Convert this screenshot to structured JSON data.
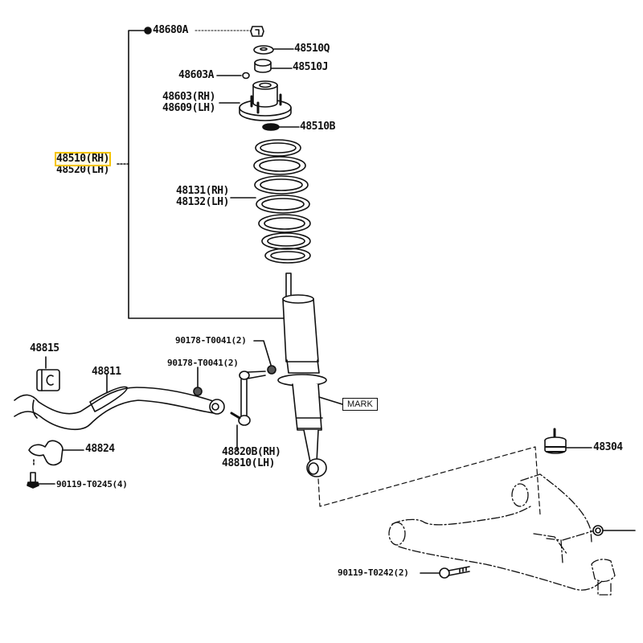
{
  "diagram": {
    "title": "Front suspension exploded parts diagram",
    "highlight_color": "#f5c400",
    "labels": {
      "p48680A": "48680A",
      "p48510Q": "48510Q",
      "p48510J": "48510J",
      "p48603A": "48603A",
      "p48603": [
        "48603(RH)",
        "48609(LH)"
      ],
      "p48510B": "48510B",
      "p48510": [
        "48510(RH)",
        "48520(LH)"
      ],
      "p48131": [
        "48131(RH)",
        "48132(LH)"
      ],
      "p90178a": "90178-T0041(2)",
      "p90178b": "90178-T0041(2)",
      "p48815": "48815",
      "p48811": "48811",
      "mark": "MARK",
      "p48824": "48824",
      "p48820B": [
        "48820B(RH)",
        "48810(LH)"
      ],
      "p90119a": "90119-T0245(4)",
      "p48304": "48304",
      "p90119b": "90119-T0242(2)"
    },
    "highlighted_part": "48510(RH)"
  }
}
